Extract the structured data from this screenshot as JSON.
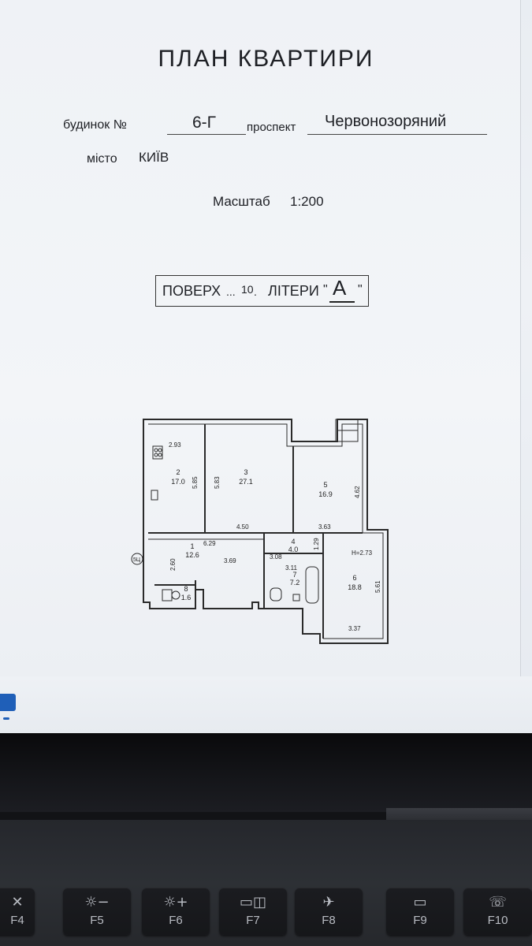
{
  "document": {
    "title": "ПЛАН КВАРТИРИ",
    "building_label": "будинок №",
    "building_number": "6-Г",
    "avenue_label": "проспект",
    "avenue_name": "Червонозоряний",
    "city_label": "місто",
    "city_name": "КИЇВ",
    "scale_label": "Масштаб",
    "scale_value": "1:200",
    "floor_box": {
      "floor_label": "ПОВЕРХ",
      "dots": "...",
      "floor_number": "10",
      "dots2": ".",
      "letter_label": "ЛІТЕРИ",
      "letter_value": "А",
      "quote": "\""
    }
  },
  "floor_plan": {
    "circle_label": "5Ц",
    "ceiling_height": "H=2.73",
    "rooms": [
      {
        "number": "1",
        "area": "12.6"
      },
      {
        "number": "2",
        "area": "17.0"
      },
      {
        "number": "3",
        "area": "27.1"
      },
      {
        "number": "4",
        "area": "4.0"
      },
      {
        "number": "5",
        "area": "16.9"
      },
      {
        "number": "6",
        "area": "18.8"
      },
      {
        "number": "7",
        "area": "7.2"
      },
      {
        "number": "8",
        "area": "1.6"
      }
    ],
    "dimensions": {
      "d_2_93": "2.93",
      "d_5_85": "5.85",
      "d_5_83": "5.83",
      "d_4_50": "4.50",
      "d_4_62": "4.62",
      "d_3_63": "3.63",
      "d_6_29": "6.29",
      "d_2_60": "2.60",
      "d_3_69": "3.69",
      "d_3_08": "3.08",
      "d_1_29": "1.29",
      "d_3_11": "3.11",
      "d_5_61": "5.61",
      "d_3_37": "3.37"
    }
  },
  "keyboard": {
    "keys": [
      {
        "icon": "mic-off-icon",
        "glyph": "✕",
        "label": "F4"
      },
      {
        "icon": "brightness-down-icon",
        "glyph": "☼−",
        "label": "F5"
      },
      {
        "icon": "brightness-up-icon",
        "glyph": "☼+",
        "label": "F6"
      },
      {
        "icon": "display-switch-icon",
        "glyph": "▭◫",
        "label": "F7"
      },
      {
        "icon": "airplane-icon",
        "glyph": "✈",
        "label": "F8"
      },
      {
        "icon": "message-icon",
        "glyph": "▭",
        "label": "F9"
      },
      {
        "icon": "phone-icon",
        "glyph": "☏",
        "label": "F10"
      }
    ]
  },
  "colors": {
    "paper": "#f0f3f7",
    "ink": "#1d1f24",
    "taskbar_accent": "#1f5fb8",
    "keyboard": "#2b2d32"
  }
}
